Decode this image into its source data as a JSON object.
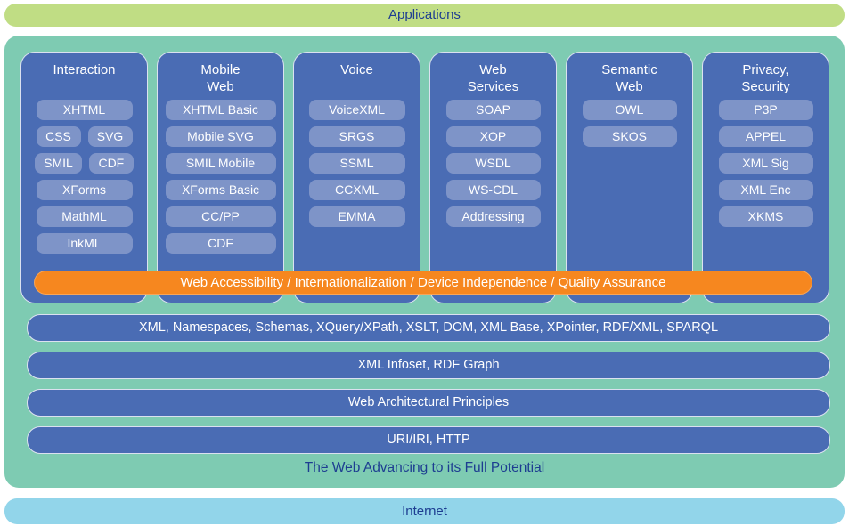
{
  "colors": {
    "applications_bg": "#c0dd84",
    "canvas_bg": "#7ecbb2",
    "column_bg": "#4a6cb4",
    "pill_bg": "#7e94c8",
    "banner_bg": "#f6871f",
    "bar_bg": "#4a6cb4",
    "internet_bg": "#92d5ea",
    "dark_text": "#1d3d91",
    "light_text": "#ffffff"
  },
  "applications": {
    "label": "Applications"
  },
  "stack": {
    "columns": [
      {
        "title": "Interaction",
        "title_lines": [
          "Interaction"
        ],
        "rows": [
          [
            "XHTML"
          ],
          [
            "CSS",
            "SVG"
          ],
          [
            "SMIL",
            "CDF"
          ],
          [
            "XForms"
          ],
          [
            "MathML"
          ],
          [
            "InkML"
          ]
        ]
      },
      {
        "title": "Mobile Web",
        "title_lines": [
          "Mobile",
          "Web"
        ],
        "rows": [
          [
            "XHTML Basic"
          ],
          [
            "Mobile SVG"
          ],
          [
            "SMIL Mobile"
          ],
          [
            "XForms Basic"
          ],
          [
            "CC/PP"
          ],
          [
            "CDF"
          ]
        ]
      },
      {
        "title": "Voice",
        "title_lines": [
          "Voice"
        ],
        "rows": [
          [
            "VoiceXML"
          ],
          [
            "SRGS"
          ],
          [
            "SSML"
          ],
          [
            "CCXML"
          ],
          [
            "EMMA"
          ]
        ]
      },
      {
        "title": "Web Services",
        "title_lines": [
          "Web",
          "Services"
        ],
        "rows": [
          [
            "SOAP"
          ],
          [
            "XOP"
          ],
          [
            "WSDL"
          ],
          [
            "WS-CDL"
          ],
          [
            "Addressing"
          ]
        ]
      },
      {
        "title": "Semantic Web",
        "title_lines": [
          "Semantic",
          "Web"
        ],
        "rows": [
          [
            "OWL"
          ],
          [
            "SKOS"
          ]
        ]
      },
      {
        "title": "Privacy, Security",
        "title_lines": [
          "Privacy,",
          "Security"
        ],
        "rows": [
          [
            "P3P"
          ],
          [
            "APPEL"
          ],
          [
            "XML Sig"
          ],
          [
            "XML Enc"
          ],
          [
            "XKMS"
          ]
        ]
      }
    ],
    "horizontal_banner": "Web Accessibility / Internationalization / Device Independence / Quality Assurance",
    "foundation_bars": [
      "XML, Namespaces, Schemas, XQuery/XPath, XSLT, DOM, XML Base, XPointer, RDF/XML, SPARQL",
      "XML Infoset, RDF Graph",
      "Web Architectural Principles",
      "URI/IRI, HTTP"
    ],
    "tagline": "The Web Advancing to its Full Potential"
  },
  "internet": {
    "label": "Internet"
  }
}
